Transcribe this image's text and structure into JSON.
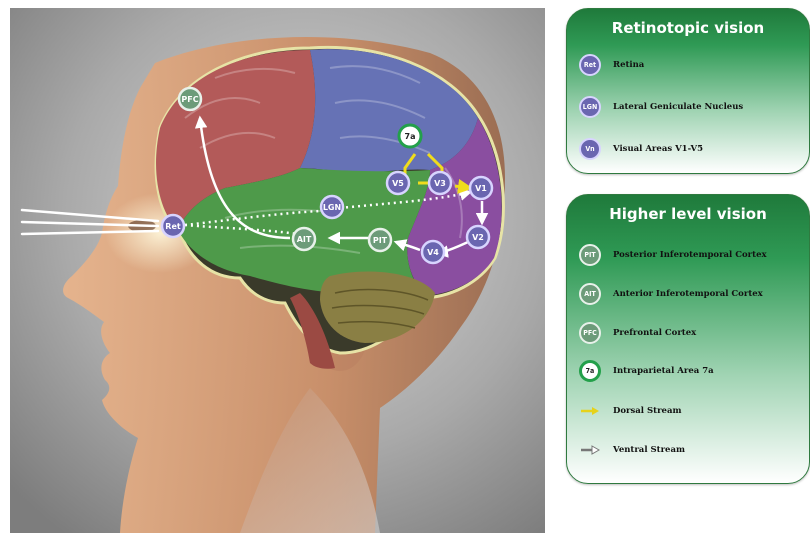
{
  "illustration": {
    "description_icon": "brain-head-illustration",
    "nodes": {
      "ret": "Ret",
      "pfc": "PFC",
      "lgn": "LGN",
      "ait": "AIT",
      "pit": "PIT",
      "v1": "V1",
      "v2": "V2",
      "v3": "V3",
      "v4": "V4",
      "v5": "V5",
      "a7a": "7a"
    }
  },
  "legend_retinotopic": {
    "title": "Retinotopic vision",
    "items": [
      {
        "badge": "Ret",
        "label": "Retina"
      },
      {
        "badge": "LGN",
        "label": "Lateral Geniculate Nucleus"
      },
      {
        "badge": "Vn",
        "label": "Visual Areas V1-V5"
      }
    ]
  },
  "legend_higher": {
    "title": "Higher level vision",
    "items": [
      {
        "badge": "PIT",
        "label": "Posterior Inferotemporal Cortex"
      },
      {
        "badge": "AIT",
        "label": "Anterior Inferotemporal Cortex"
      },
      {
        "badge": "PFC",
        "label": "Prefrontal Cortex"
      },
      {
        "badge": "7a",
        "label": "Intraparietal Area 7a"
      }
    ],
    "streams": [
      {
        "icon": "yellow-arrow-icon",
        "label": "Dorsal Stream",
        "color": "#e6d21a"
      },
      {
        "icon": "white-arrow-icon",
        "label": "Ventral Stream",
        "color": "#ffffff"
      }
    ]
  }
}
